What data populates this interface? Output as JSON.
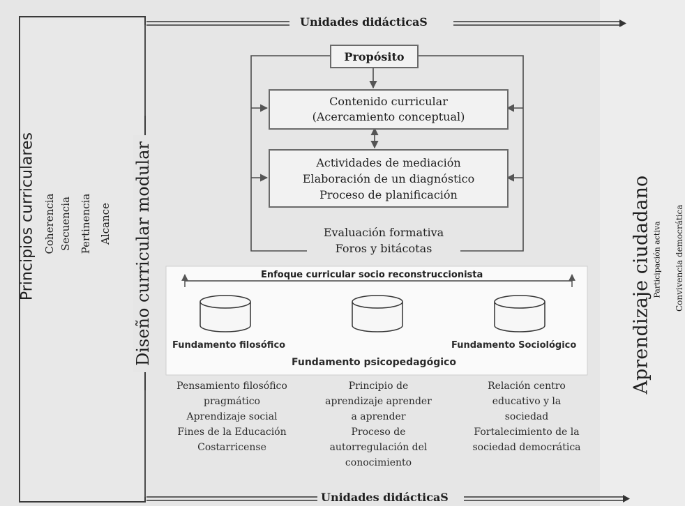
{
  "top_banner": "Unidades didácticaS",
  "bottom_banner": "Unidades didácticaS",
  "left_panel": {
    "title": "Principios curriculares",
    "items": [
      "Coherencia",
      "Secuencia",
      "Pertinencia",
      "Alcance"
    ]
  },
  "vertical_label": "Diseño curricular modular",
  "right_panel": {
    "title": "Aprendizaje ciudadano",
    "items": [
      "Participación activa",
      "Convivencia democrática"
    ]
  },
  "flow": {
    "purpose": "Propósito",
    "content": [
      "Contenido curricular",
      "(Acercamiento conceptual)"
    ],
    "activities": [
      "Actividades de mediación",
      "Elaboración de un diagnóstico",
      "Proceso de planificación"
    ],
    "evaluation": [
      "Evaluación formativa",
      "Foros y bitácotas"
    ]
  },
  "approach": "Enfoque curricular socio reconstruccionista",
  "foundations": {
    "philosophical": "Fundamento filosófico",
    "psychopedagogical": "Fundamento psicopedagógico",
    "sociological": "Fundamento Sociológico"
  },
  "columns": {
    "left": [
      "Pensamiento filosófico",
      "pragmático",
      "Aprendizaje social",
      "Fines de la Educación",
      "Costarricense"
    ],
    "middle": [
      "Principio de",
      "aprendizaje aprender",
      "a aprender",
      "Proceso de",
      "autorregulación del",
      "conocimiento"
    ],
    "right": [
      "Relación centro",
      "educativo y la",
      "sociedad",
      "Fortalecimiento de la",
      "sociedad democrática"
    ]
  }
}
